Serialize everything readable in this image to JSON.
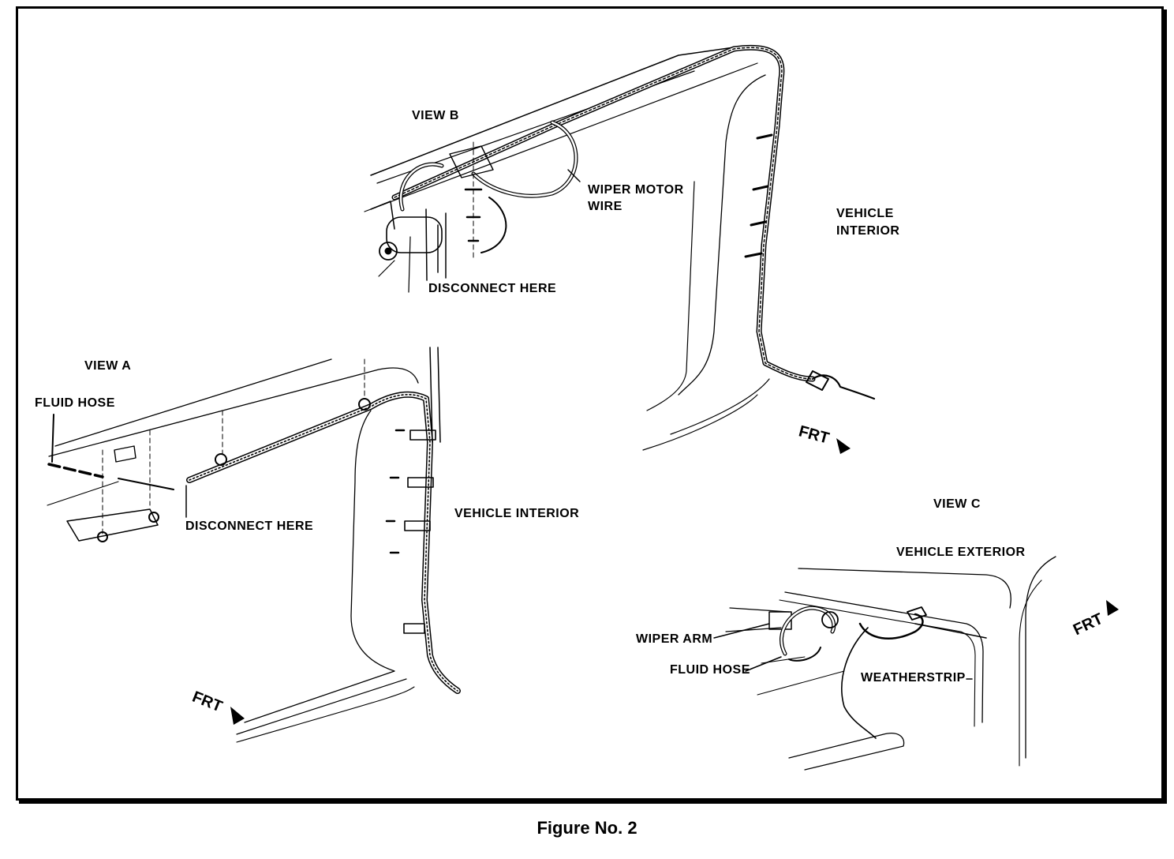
{
  "figure_caption": "Figure No. 2",
  "views": {
    "view_b": {
      "title": "VIEW B",
      "wiper_motor_wire_line1": "WIPER MOTOR",
      "wiper_motor_wire_line2": "WIRE",
      "disconnect": "DISCONNECT HERE",
      "interior_line1": "VEHICLE",
      "interior_line2": "INTERIOR",
      "frt": "FRT"
    },
    "view_a": {
      "title": "VIEW A",
      "fluid_hose": "FLUID HOSE",
      "disconnect": "DISCONNECT HERE",
      "interior": "VEHICLE INTERIOR",
      "frt": "FRT"
    },
    "view_c": {
      "title": "VIEW C",
      "exterior": "VEHICLE EXTERIOR",
      "wiper_arm": "WIPER ARM",
      "fluid_hose": "FLUID HOSE",
      "weatherstrip": "WEATHERSTRIP",
      "frt": "FRT"
    }
  }
}
